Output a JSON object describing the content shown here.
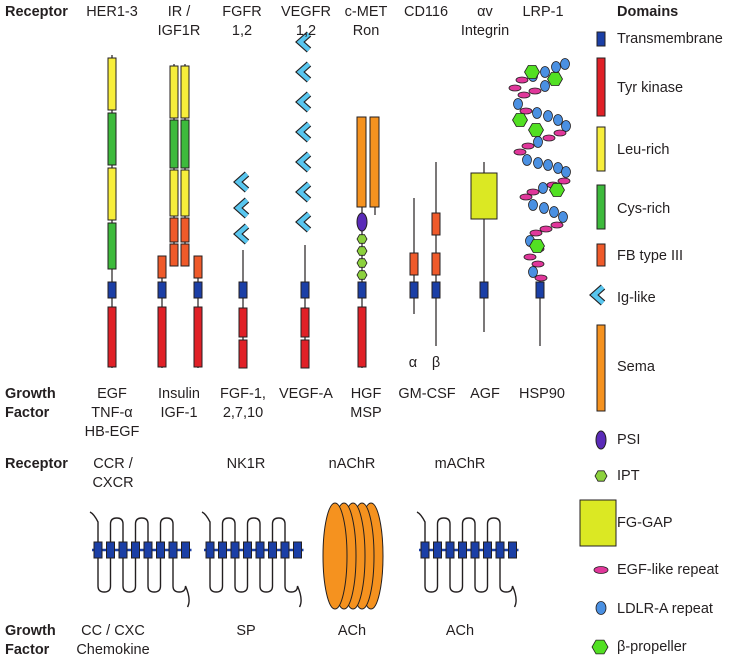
{
  "row_labels": {
    "receptor_top": "Receptor",
    "growth_factor_top": [
      "Growth",
      "Factor"
    ],
    "receptor_bottom": "Receptor",
    "growth_factor_bottom": [
      "Growth",
      "Factor"
    ]
  },
  "top_receptors": [
    {
      "name": [
        "HER1-3"
      ],
      "ligand": [
        "EGF",
        "TNF-α",
        "HB-EGF"
      ]
    },
    {
      "name": [
        "IR /",
        "IGF1R"
      ],
      "ligand": [
        "Insulin",
        "IGF-1"
      ]
    },
    {
      "name": [
        "FGFR",
        "1,2"
      ],
      "ligand": [
        "FGF-1,",
        "2,7,10"
      ]
    },
    {
      "name": [
        "VEGFR",
        "1,2"
      ],
      "ligand": [
        "VEGF-A"
      ]
    },
    {
      "name": [
        "c-MET",
        "Ron"
      ],
      "ligand": [
        "HGF",
        "MSP"
      ]
    },
    {
      "name": [
        "CD116"
      ],
      "ligand": [
        "GM-CSF"
      ]
    },
    {
      "name": [
        "αv",
        "Integrin"
      ],
      "ligand": [
        "AGF"
      ]
    },
    {
      "name": [
        "LRP-1"
      ],
      "ligand": [
        "HSP90"
      ]
    }
  ],
  "subunit_labels": {
    "alpha": "α",
    "beta": "β"
  },
  "bottom_receptors": [
    {
      "name": [
        "CCR /",
        "CXCR"
      ],
      "ligand": [
        "CC / CXC",
        "Chemokine"
      ]
    },
    {
      "name": [
        "NK1R"
      ],
      "ligand": [
        "SP"
      ]
    },
    {
      "name": [
        "nAChR"
      ],
      "ligand": [
        "ACh"
      ]
    },
    {
      "name": [
        "mAChR"
      ],
      "ligand": [
        "ACh"
      ]
    }
  ],
  "legend": {
    "title": "Domains",
    "items": [
      {
        "label": "Transmembrane",
        "icon": "transmembrane-icon",
        "color": "#1b3fa6"
      },
      {
        "label": "Tyr kinase",
        "icon": "tyr-kinase-icon",
        "color": "#e02027"
      },
      {
        "label": "Leu-rich",
        "icon": "leu-rich-icon",
        "color": "#f7ee3b"
      },
      {
        "label": "Cys-rich",
        "icon": "cys-rich-icon",
        "color": "#3dba3c"
      },
      {
        "label": "FB type III",
        "icon": "fb-type-iii-icon",
        "color": "#ef5a2a"
      },
      {
        "label": "Ig-like",
        "icon": "ig-like-icon",
        "color": "#58c6ef"
      },
      {
        "label": "Sema",
        "icon": "sema-icon",
        "color": "#f5921f"
      },
      {
        "label": "PSI",
        "icon": "psi-icon",
        "color": "#5a2bb8"
      },
      {
        "label": "IPT",
        "icon": "ipt-icon",
        "color": "#8cd13d"
      },
      {
        "label": "FG-GAP",
        "icon": "fg-gap-icon",
        "color": "#dbe823"
      },
      {
        "label": "EGF-like repeat",
        "icon": "egf-like-repeat-icon",
        "color": "#e0379a"
      },
      {
        "label": "LDLR-A repeat",
        "icon": "ldlr-a-repeat-icon",
        "color": "#4a90e2"
      },
      {
        "label": "β-propeller",
        "icon": "beta-propeller-icon",
        "color": "#52e023"
      }
    ]
  }
}
